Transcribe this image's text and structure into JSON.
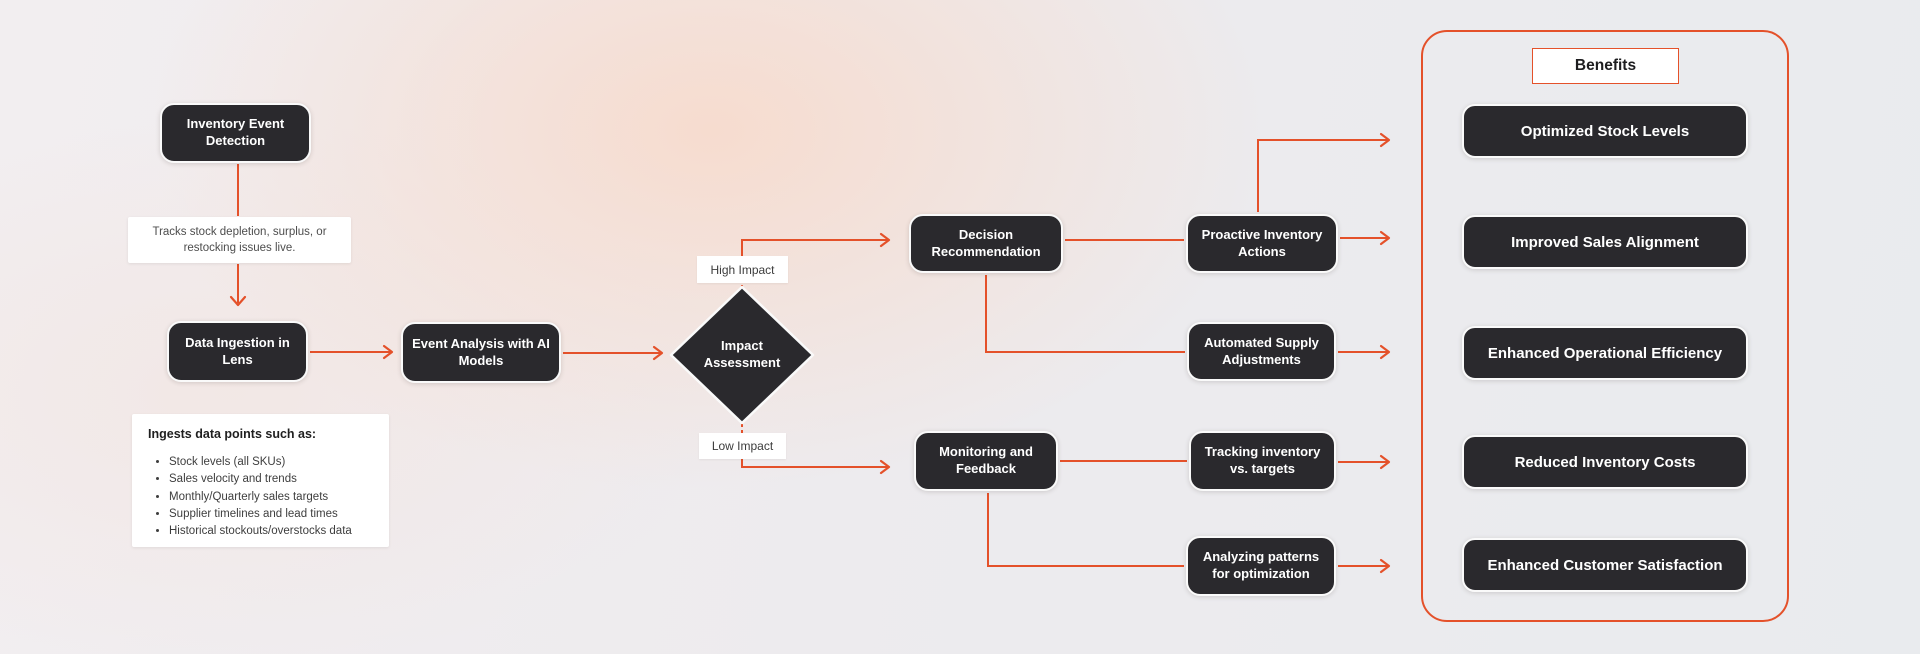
{
  "colors": {
    "accent": "#e4512a",
    "node_bg": "#2a292d"
  },
  "nodes": {
    "inventory_event": {
      "label": "Inventory Event Detection"
    },
    "data_ingestion": {
      "label": "Data Ingestion in Lens"
    },
    "event_analysis": {
      "label": "Event Analysis with AI Models"
    },
    "impact_assessment": {
      "label": "Impact Assessment"
    },
    "decision": {
      "label": "Decision Recommendation"
    },
    "proactive": {
      "label": "Proactive Inventory Actions"
    },
    "automated": {
      "label": "Automated Supply Adjustments"
    },
    "monitoring": {
      "label": "Monitoring and Feedback"
    },
    "tracking": {
      "label": "Tracking inventory vs. targets"
    },
    "analyzing": {
      "label": "Analyzing patterns for optimization"
    }
  },
  "branch_labels": {
    "high": "High Impact",
    "low": "Low Impact"
  },
  "notes": {
    "tracks": {
      "text": "Tracks stock depletion, surplus, or restocking issues live."
    },
    "ingests": {
      "title": "Ingests data points such as:",
      "items": [
        "Stock levels (all SKUs)",
        "Sales velocity and trends",
        "Monthly/Quarterly sales targets",
        "Supplier timelines and lead times",
        "Historical stockouts/overstocks data"
      ]
    }
  },
  "benefits": {
    "title": "Benefits",
    "items": [
      "Optimized Stock Levels",
      "Improved Sales Alignment",
      "Enhanced Operational Efficiency",
      "Reduced Inventory Costs",
      "Enhanced Customer Satisfaction"
    ]
  }
}
